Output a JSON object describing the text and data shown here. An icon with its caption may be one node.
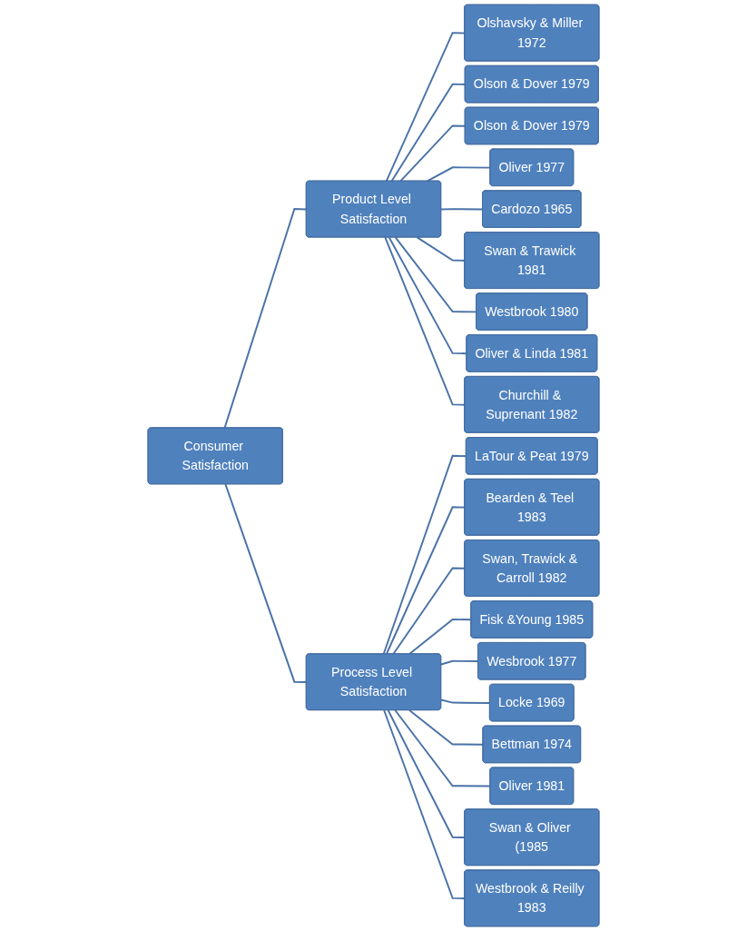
{
  "diagram": {
    "nodes": [
      {
        "text": [
          "Consumer Satisfaction"
        ]
      },
      {
        "text": [
          "Product Level Satisfaction"
        ]
      },
      {
        "text": [
          "Olshavsky & Miller 1972"
        ]
      },
      {
        "text": [
          "Olson & Dover 1979"
        ]
      },
      {
        "text": [
          "Olson & Dover 1979"
        ]
      },
      {
        "text": [
          "Oliver 1977"
        ]
      },
      {
        "text": [
          "Cardozo 1965"
        ]
      },
      {
        "text": [
          "Swan & Trawick 1981"
        ]
      },
      {
        "text": [
          "Westbrook 1980"
        ]
      },
      {
        "text": [
          "Oliver & Linda 1981"
        ]
      },
      {
        "text": [
          "Churchill & Suprenant 1982"
        ]
      },
      {
        "text": [
          "Process Level Satisfaction"
        ]
      },
      {
        "text": [
          "LaTour & Peat 1979"
        ]
      },
      {
        "text": [
          "Bearden & Teel 1983"
        ]
      },
      {
        "text": [
          "Swan, Trawick & Carroll 1982"
        ]
      },
      {
        "text": [
          "Fisk &Young 1985"
        ]
      },
      {
        "text": [
          "Wesbrook 1977"
        ]
      },
      {
        "text": [
          "Locke 1969"
        ]
      },
      {
        "text": [
          "Bettman 1974"
        ]
      },
      {
        "text": [
          "Oliver 1981"
        ]
      },
      {
        "text": [
          "Swan & Oliver (1985"
        ]
      },
      {
        "text": [
          "Westbrook & Reilly 1983"
        ]
      }
    ],
    "edges": [
      {
        "from": 0,
        "to": 1,
        "arrow": "none"
      },
      {
        "from": 1,
        "to": 2,
        "arrow": "none"
      },
      {
        "from": 1,
        "to": 3,
        "arrow": "none"
      },
      {
        "from": 1,
        "to": 4,
        "arrow": "none"
      },
      {
        "from": 1,
        "to": 5,
        "arrow": "none"
      },
      {
        "from": 1,
        "to": 6,
        "arrow": "none"
      },
      {
        "from": 1,
        "to": 7,
        "arrow": "none"
      },
      {
        "from": 1,
        "to": 8,
        "arrow": "none"
      },
      {
        "from": 1,
        "to": 9,
        "arrow": "none"
      },
      {
        "from": 1,
        "to": 10,
        "arrow": "none"
      },
      {
        "from": 0,
        "to": 11,
        "arrow": "none"
      },
      {
        "from": 11,
        "to": 12,
        "arrow": "none"
      },
      {
        "from": 11,
        "to": 13,
        "arrow": "none"
      },
      {
        "from": 11,
        "to": 14,
        "arrow": "none"
      },
      {
        "from": 11,
        "to": 15,
        "arrow": "none"
      },
      {
        "from": 11,
        "to": 16,
        "arrow": "none"
      },
      {
        "from": 11,
        "to": 17,
        "arrow": "none"
      },
      {
        "from": 11,
        "to": 18,
        "arrow": "none"
      },
      {
        "from": 11,
        "to": 19,
        "arrow": "none"
      },
      {
        "from": 11,
        "to": 20,
        "arrow": "none"
      },
      {
        "from": 11,
        "to": 21,
        "arrow": "none"
      }
    ]
  }
}
